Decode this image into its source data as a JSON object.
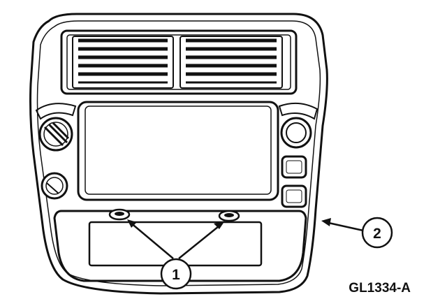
{
  "figure_code": "GL1334-A",
  "callouts": [
    {
      "number": "1"
    },
    {
      "number": "2"
    }
  ]
}
